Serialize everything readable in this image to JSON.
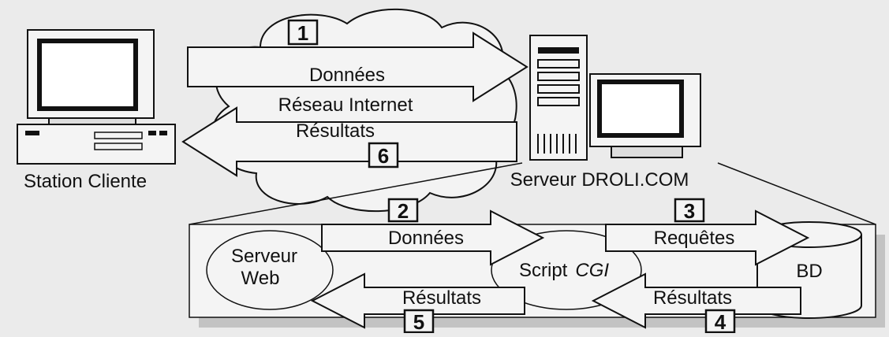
{
  "top": {
    "step_1": "1",
    "arrow_top_label": "Données",
    "cloud_label": "Réseau Internet",
    "arrow_bottom_label": "Résultats",
    "step_6": "6",
    "client_label": "Station Cliente",
    "server_label": "Serveur DROLI.COM"
  },
  "detail": {
    "step_2": "2",
    "step_3": "3",
    "step_4": "4",
    "step_5": "5",
    "web_server_line1": "Serveur",
    "web_server_line2": "Web",
    "script_label": "Script",
    "script_cgi": "CGI",
    "db_label": "BD",
    "arrow_donnees": "Données",
    "arrow_requetes": "Requêtes",
    "arrow_resultats_left": "Résultats",
    "arrow_resultats_right": "Résultats"
  }
}
